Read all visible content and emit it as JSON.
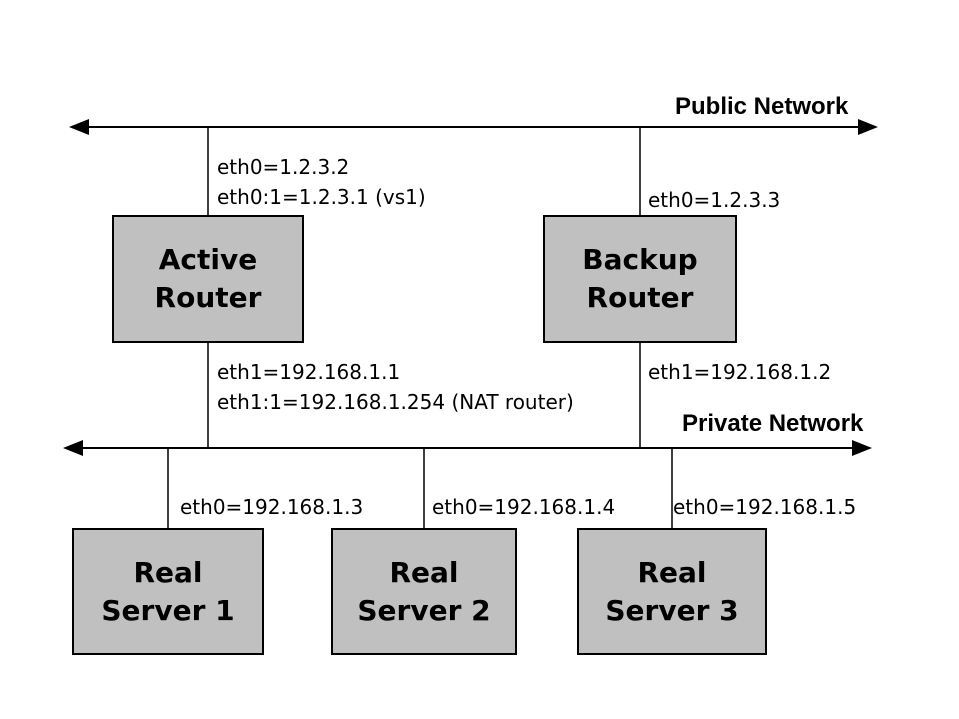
{
  "diagram": {
    "networks": [
      {
        "id": "public-network",
        "label": "Public Network"
      },
      {
        "id": "private-network",
        "label": "Private Network"
      }
    ],
    "nodes": [
      {
        "id": "active-router",
        "label": "Active\nRouter"
      },
      {
        "id": "backup-router",
        "label": "Backup\nRouter"
      },
      {
        "id": "real-server-1",
        "label": "Real\nServer 1"
      },
      {
        "id": "real-server-2",
        "label": "Real\nServer 2"
      },
      {
        "id": "real-server-3",
        "label": "Real\nServer 3"
      }
    ],
    "interface_labels": [
      {
        "id": "active-router-public",
        "text": "eth0=1.2.3.2\neth0:1=1.2.3.1 (vs1)"
      },
      {
        "id": "backup-router-public",
        "text": "eth0=1.2.3.3"
      },
      {
        "id": "active-router-private",
        "text": "eth1=192.168.1.1\neth1:1=192.168.1.254 (NAT router)"
      },
      {
        "id": "backup-router-private",
        "text": "eth1=192.168.1.2"
      },
      {
        "id": "real-server-1-eth",
        "text": "eth0=192.168.1.3"
      },
      {
        "id": "real-server-2-eth",
        "text": "eth0=192.168.1.4"
      },
      {
        "id": "real-server-3-eth",
        "text": "eth0=192.168.1.5"
      }
    ],
    "colors": {
      "background": "#ffffff",
      "node_fill": "#c0c0c0",
      "node_border": "#000000",
      "line": "#000000",
      "text": "#000000"
    }
  }
}
